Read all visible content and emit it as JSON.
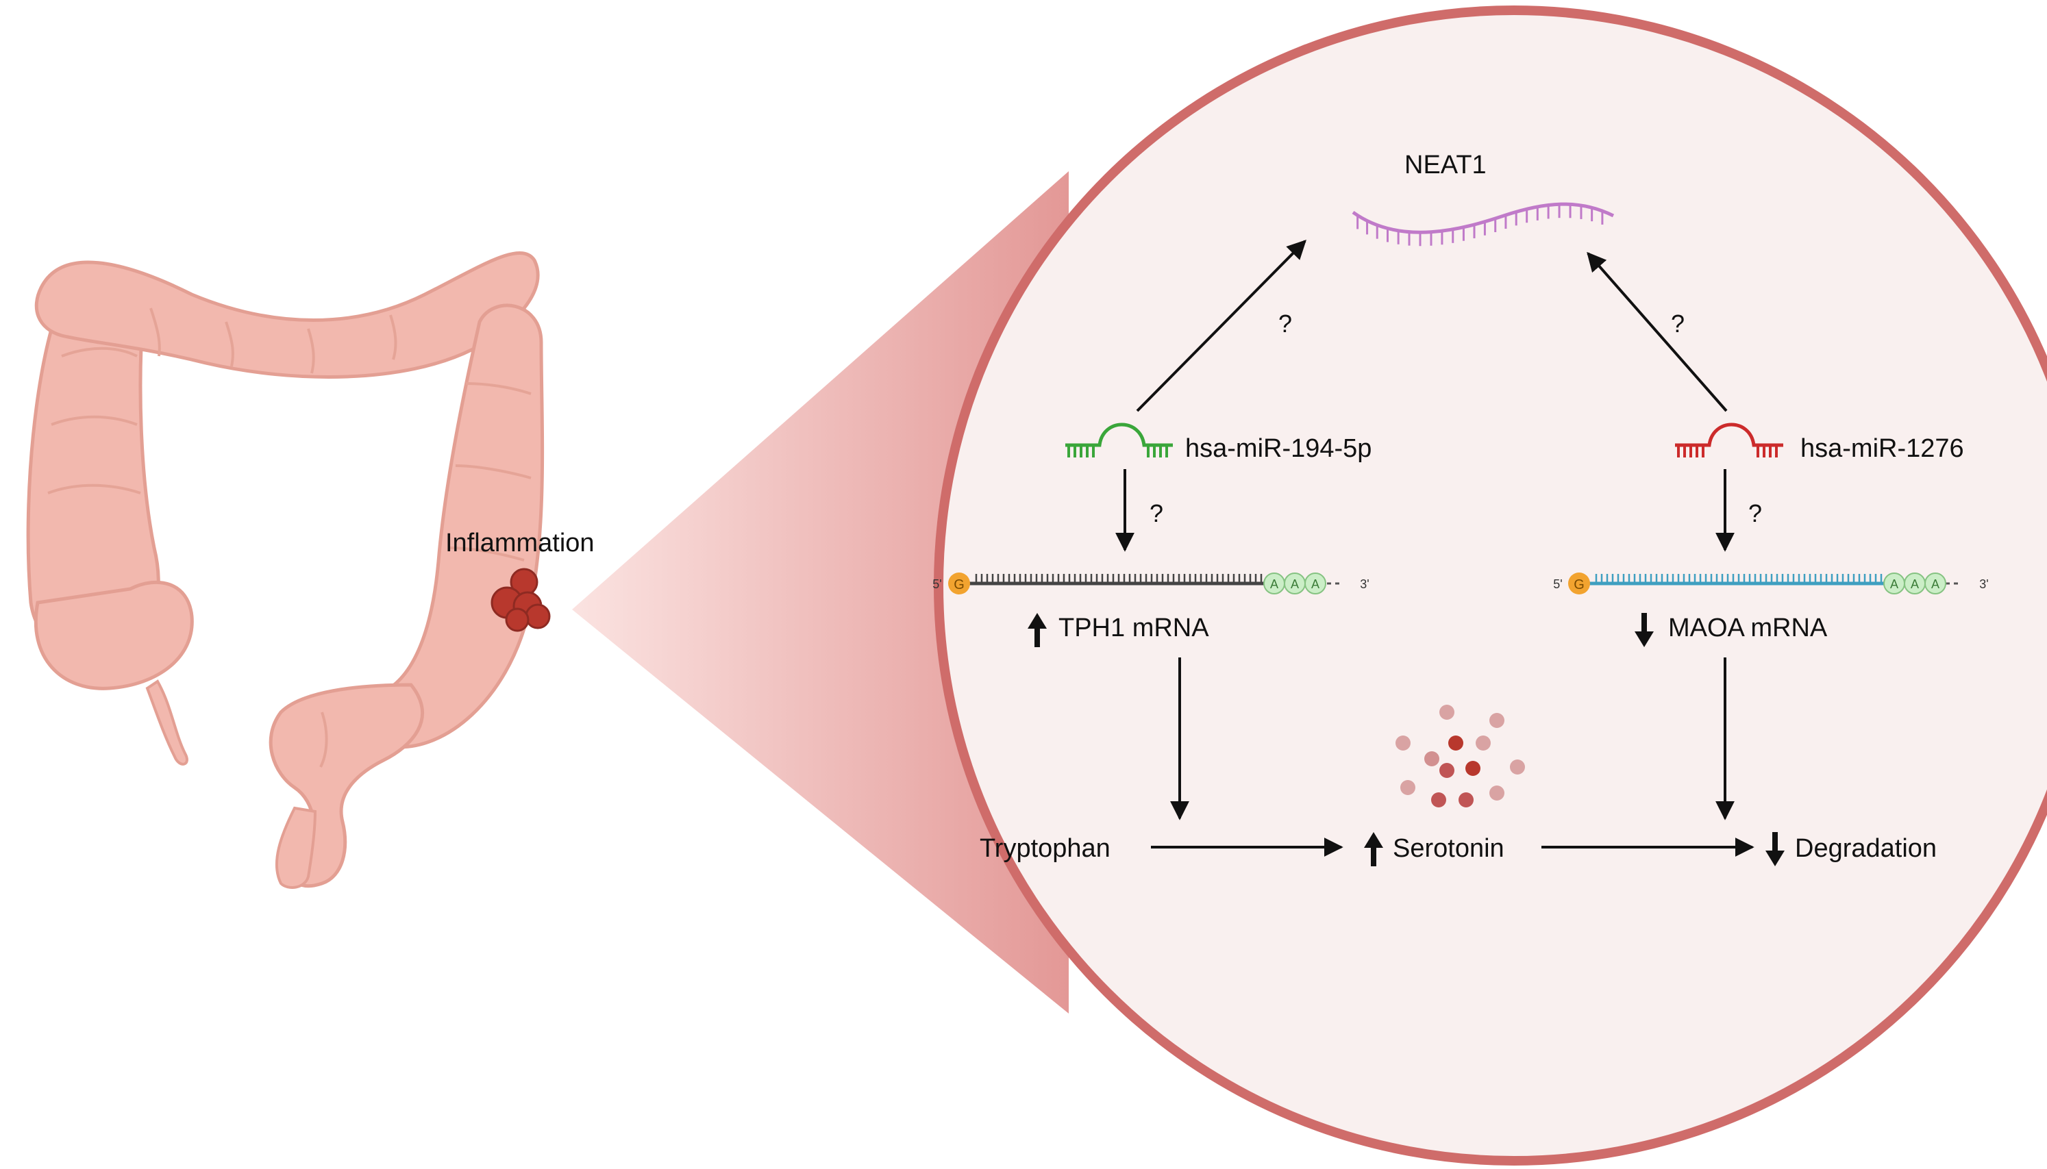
{
  "labels": {
    "inflammation": "Inflammation",
    "neat1": "NEAT1",
    "mir_194": "hsa-miR-194-5p",
    "mir_1276": "hsa-miR-1276",
    "tph1": "TPH1 mRNA",
    "maoa": "MAOA mRNA",
    "tryptophan": "Tryptophan",
    "serotonin": "Serotonin",
    "degradation": "Degradation"
  },
  "question_marks": [
    "?",
    "?",
    "?",
    "?"
  ],
  "mrna": {
    "five_prime": "5'",
    "three_prime": "3'",
    "cap": "G",
    "poly_a": [
      "A",
      "A",
      "A"
    ]
  },
  "regulation": {
    "tph1": "up",
    "maoa": "down",
    "serotonin": "up",
    "degradation": "down"
  },
  "colors": {
    "colon": "#f2b8ae",
    "colon_outline": "#e39f93",
    "tumor": "#b8382d",
    "circle_fill": "#f9f0ef",
    "circle_border": "#cf6c6a",
    "zoom_cone": "#e8a19e",
    "neat1": "#c07ac9",
    "mir_194": "#3aa63a",
    "mir_1276": "#cc2b2b",
    "tph1_strand": "#444444",
    "maoa_strand": "#3f9fc0",
    "cap": "#f2a32f",
    "poly_a": "#cbeec7"
  }
}
